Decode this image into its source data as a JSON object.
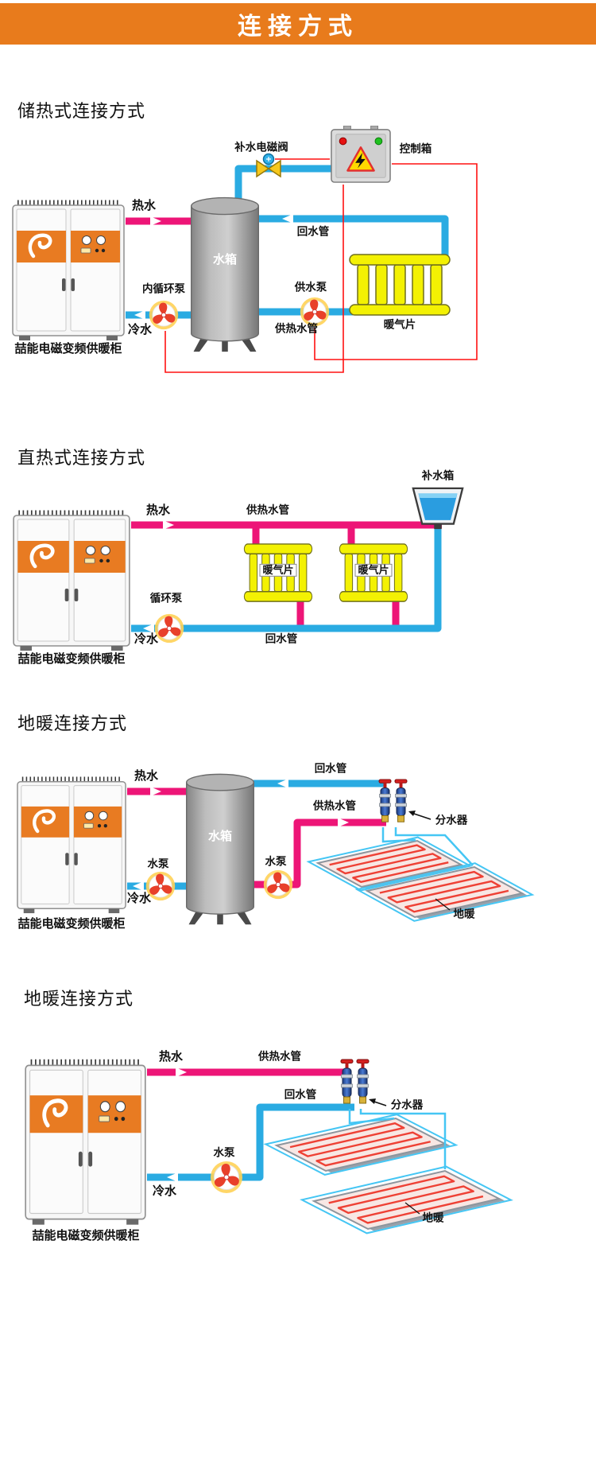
{
  "header": {
    "title": "连接方式"
  },
  "colors": {
    "header_bg": "#e87b1c",
    "hot_pipe": "#ed1577",
    "cold_pipe": "#2aabe2",
    "radiator_yellow": "#f3f103",
    "control_wire": "#ff1111",
    "floor_pipe_cyan": "#45c6f4"
  },
  "sections": {
    "s1": {
      "title": "储热式连接方式",
      "labels": {
        "valve": "补水电磁阀",
        "control_box": "控制箱",
        "hot_water": "热水",
        "return_pipe": "回水管",
        "tank": "水箱",
        "inner_pump": "内循环泵",
        "supply_pump": "供水泵",
        "cold_water": "冷水",
        "supply_pipe": "供热水管",
        "radiator": "暖气片",
        "cabinet": "喆能电磁变频供暖柜"
      }
    },
    "s2": {
      "title": "直热式连接方式",
      "labels": {
        "hot_water": "热水",
        "supply_pipe": "供热水管",
        "refill_tank": "补水箱",
        "radiator1": "暖气片",
        "radiator2": "暖气片",
        "circ_pump": "循环泵",
        "cold_water": "冷水",
        "return_pipe": "回水管",
        "cabinet": "喆能电磁变频供暖柜"
      }
    },
    "s3": {
      "title": "地暖连接方式",
      "labels": {
        "hot_water": "热水",
        "return_pipe": "回水管",
        "supply_pipe": "供热水管",
        "tank": "水箱",
        "manifold": "分水器",
        "pump_left": "水泵",
        "pump_right": "水泵",
        "cold_water": "冷水",
        "floor_heating": "地暖",
        "cabinet": "喆能电磁变频供暖柜"
      }
    },
    "s4": {
      "title": "地暖连接方式",
      "labels": {
        "hot_water": "热水",
        "supply_pipe": "供热水管",
        "return_pipe": "回水管",
        "manifold": "分水器",
        "pump": "水泵",
        "cold_water": "冷水",
        "floor_heating": "地暖",
        "cabinet": "喆能电磁变频供暖柜"
      }
    }
  }
}
